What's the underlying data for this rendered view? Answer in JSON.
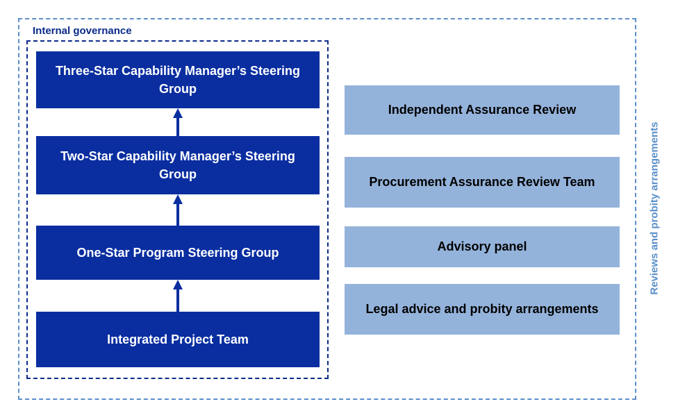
{
  "diagram": {
    "internal_governance_label": "Internal governance",
    "reviews_label": "Reviews and probity arrangements",
    "governance_boxes": [
      "Three-Star Capability Manager’s Steering Group",
      "Two-Star Capability Manager’s Steering Group",
      "One-Star Program Steering Group",
      "Integrated Project Team"
    ],
    "review_boxes": [
      "Independent Assurance Review",
      "Procurement Assurance Review Team",
      "Advisory panel",
      "Legal advice and probity arrangements"
    ]
  },
  "colors": {
    "governance_fill": "#0a2ea0",
    "review_fill": "#94b3db",
    "outer_border": "#5b8fc9",
    "inner_border": "#0a2a8a"
  }
}
